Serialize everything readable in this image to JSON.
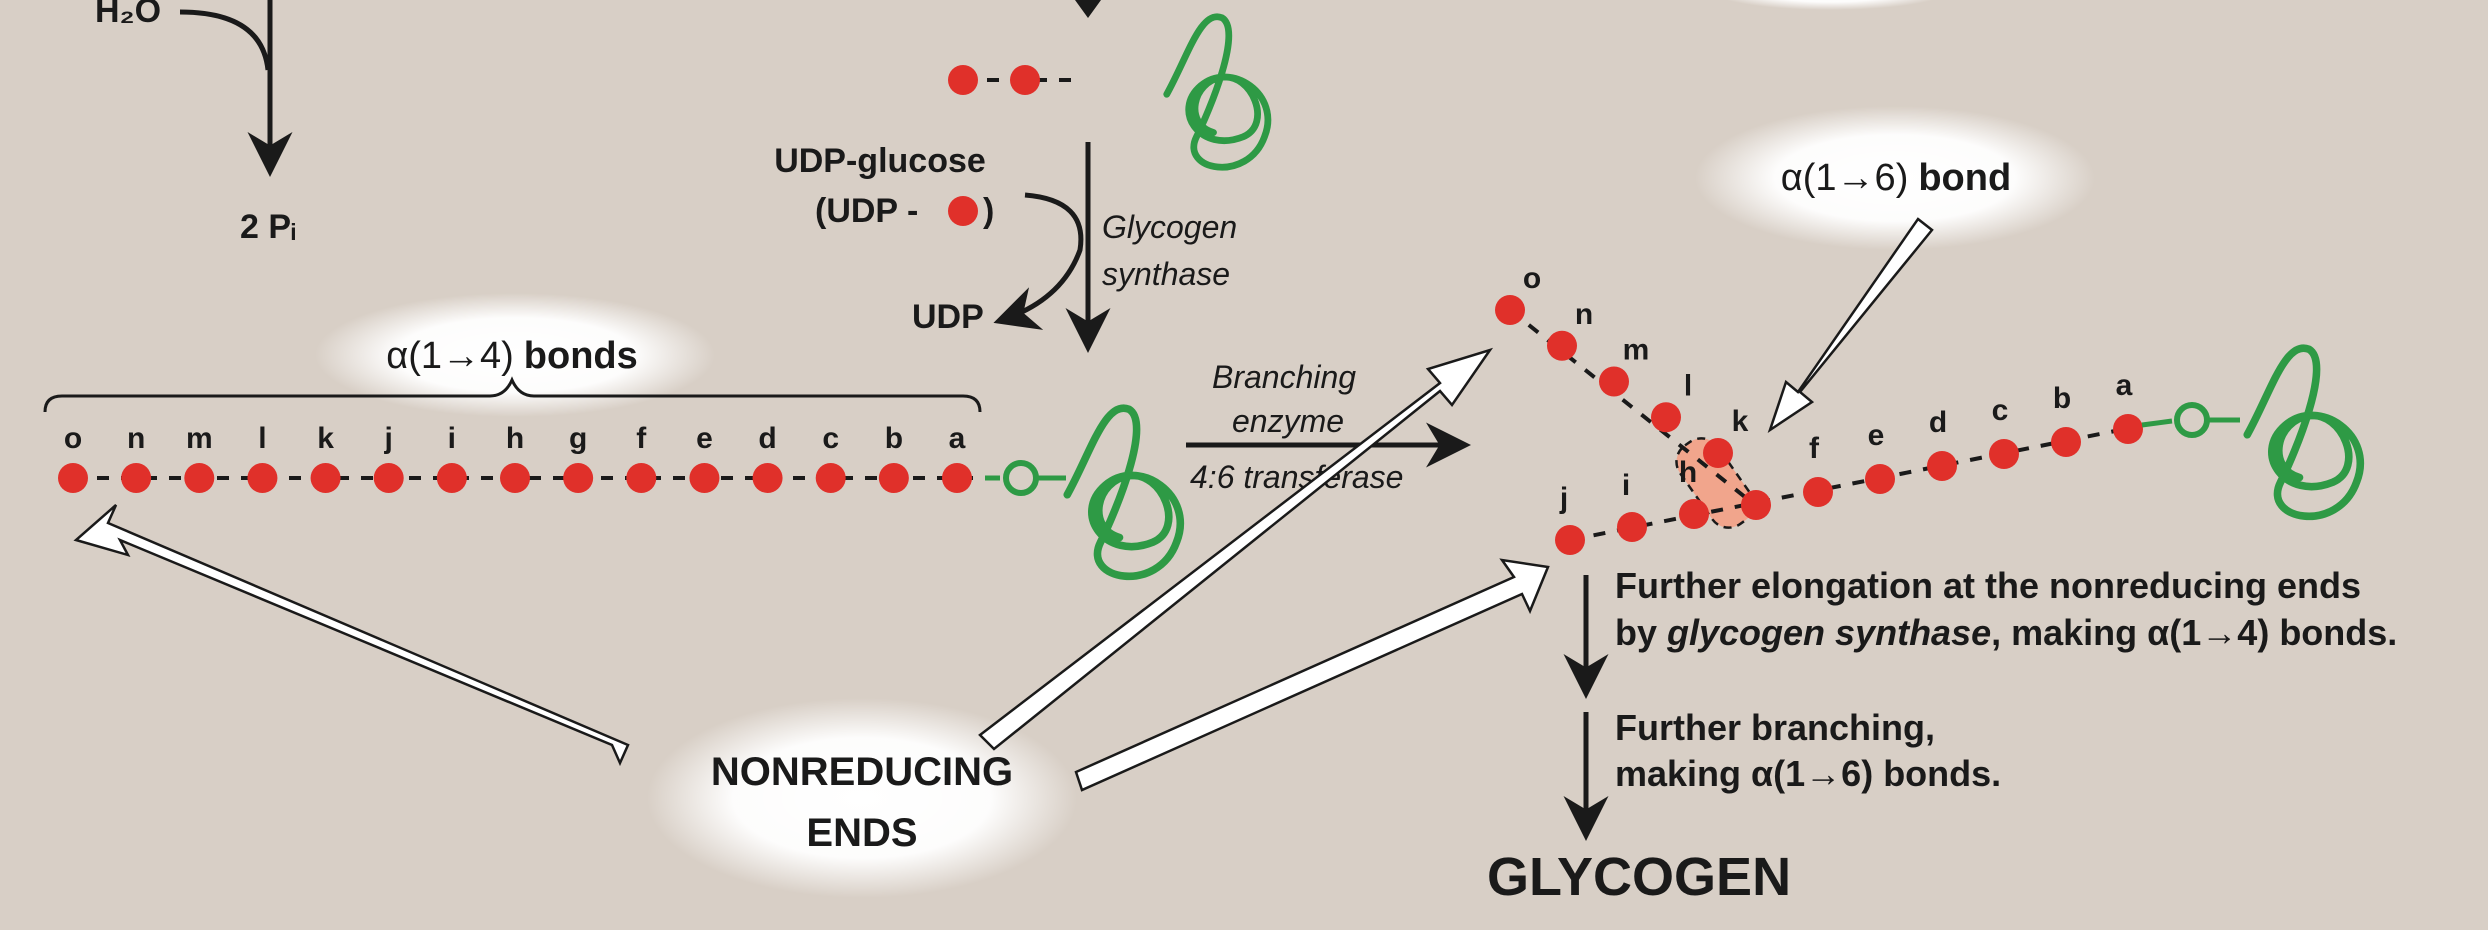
{
  "top_left": {
    "water": "H₂O",
    "phosphate": "2 Pᵢ"
  },
  "udp_glucose": {
    "name": "UDP-glucose",
    "formula_open": "(UDP -",
    "formula_close": ")",
    "product": "UDP"
  },
  "enzyme_synthase": [
    "Glycogen",
    "synthase"
  ],
  "alpha14": {
    "label_prefix": "α(1→4)",
    "label_suffix": "bonds",
    "letters": [
      "o",
      "n",
      "m",
      "l",
      "k",
      "j",
      "i",
      "h",
      "g",
      "f",
      "e",
      "d",
      "c",
      "b",
      "a"
    ]
  },
  "branching": {
    "line1": "Branching",
    "line2": "enzyme",
    "line3": "4:6 transferase"
  },
  "alpha16": {
    "label_prefix": "α(1→6)",
    "label_suffix": "bond"
  },
  "branched": {
    "branch_letters": [
      "o",
      "n",
      "m",
      "l",
      "k"
    ],
    "main_letters": [
      "a",
      "b",
      "c",
      "d",
      "e",
      "f"
    ],
    "lower_letters": [
      "h",
      "i",
      "j"
    ]
  },
  "nonreducing": [
    "NONREDUCING",
    "ENDS"
  ],
  "elongation": {
    "line1": "Further elongation at the nonreducing ends",
    "line2_prefix": "by ",
    "line2_italic": "glycogen synthase",
    "line2_suffix": ", making α(1→4) bonds."
  },
  "branching_more": {
    "line1": "Further branching,",
    "line2": "making α(1→6) bonds."
  },
  "result": "GLYCOGEN",
  "colors": {
    "glucose": "#e0302a",
    "protein": "#2e9a45",
    "background": "#d8cfc6",
    "highlight": "#f1a58c"
  }
}
